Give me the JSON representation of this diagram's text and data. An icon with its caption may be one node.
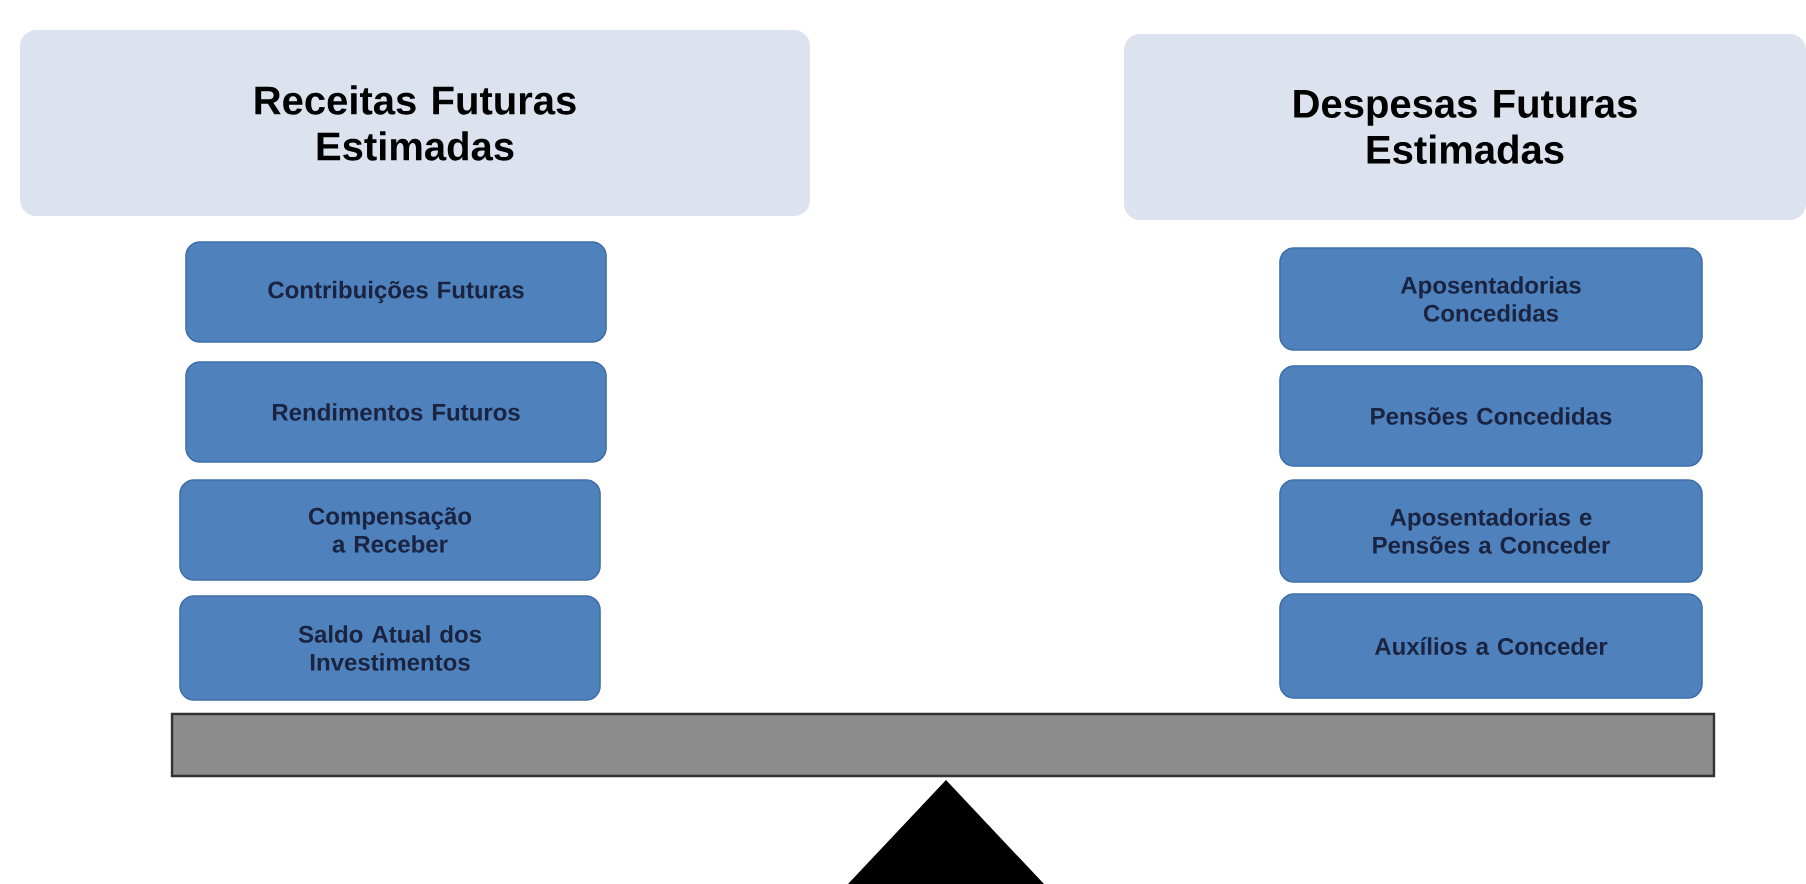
{
  "diagram": {
    "nodes": [
      {
        "text": [
          "Receitas Futuras Estimadas"
        ]
      },
      {
        "text": [
          "Despesas Futuras Estimadas"
        ]
      },
      {
        "text": [
          "Contribuições Futuras"
        ]
      },
      {
        "text": [
          "Rendimentos Futuros"
        ]
      },
      {
        "text": [
          "Aposentadorias Concedidas"
        ]
      },
      {
        "text": [
          "Pensões Concedidas"
        ]
      },
      {
        "text": [
          "Compensação a Receber"
        ]
      },
      {
        "text": [
          "Aposentadorias e Pensões a Conceder"
        ]
      },
      {
        "text": [
          "Saldo Atual dos Investimentos"
        ]
      },
      {
        "text": [
          "Auxílios a Conceder"
        ]
      }
    ]
  }
}
